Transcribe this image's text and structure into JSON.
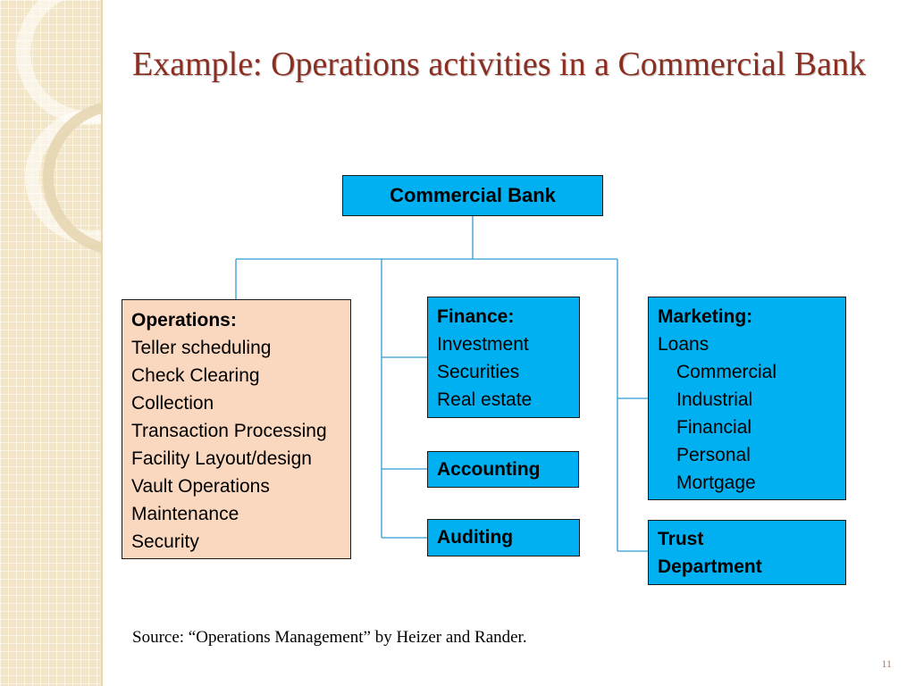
{
  "slide": {
    "title": "Example: Operations activities in a Commercial Bank",
    "source": "Source: “Operations Management” by Heizer and Rander.",
    "page_number": "11"
  },
  "diagram": {
    "root": {
      "label": "Commercial Bank"
    },
    "operations": {
      "heading": "Operations:",
      "items": [
        "Teller scheduling",
        "Check Clearing",
        "Collection",
        "Transaction Processing",
        "Facility Layout/design",
        "Vault Operations",
        "Maintenance",
        "Security"
      ]
    },
    "finance": {
      "heading": "Finance:",
      "items": [
        "Investment",
        "Securities",
        "Real estate"
      ]
    },
    "accounting": {
      "label": "Accounting"
    },
    "auditing": {
      "label": "Auditing"
    },
    "marketing": {
      "heading": "Marketing:",
      "items": [
        "Loans"
      ],
      "sub_items": [
        "Commercial",
        "Industrial",
        "Financial",
        "Personal",
        "Mortgage"
      ]
    },
    "trust": {
      "line1": "Trust",
      "line2": "Department"
    }
  },
  "colors": {
    "title": "#8b2d1f",
    "box_fill": "#00b0f0",
    "operations_fill": "#fad7bf",
    "connector": "#2f9ad3"
  }
}
